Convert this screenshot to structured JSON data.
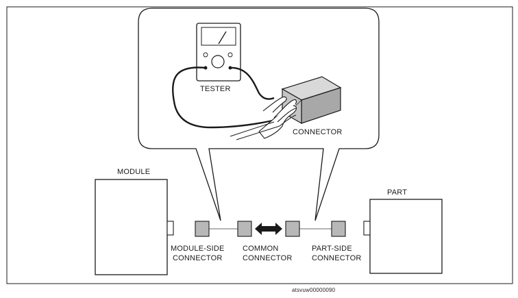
{
  "labels": {
    "tester": "TESTER",
    "connector": "CONNECTOR",
    "module": "MODULE",
    "part": "PART",
    "module_side_line1": "MODULE-SIDE",
    "module_side_line2": "CONNECTOR",
    "common_line1": "COMMON",
    "common_line2": "CONNECTOR",
    "part_side_line1": "PART-SIDE",
    "part_side_line2": "CONNECTOR"
  },
  "figure_code": "atsvuw00000090",
  "colors": {
    "line": "#1a1a1a",
    "connector_fill": "#b8b8b8",
    "connector_box_top": "#d9d9d9",
    "connector_box_side": "#a8a8a8"
  },
  "icons": {
    "tester": "multimeter-icon",
    "hand": "hand-icon",
    "arrow": "double-arrow-icon"
  }
}
